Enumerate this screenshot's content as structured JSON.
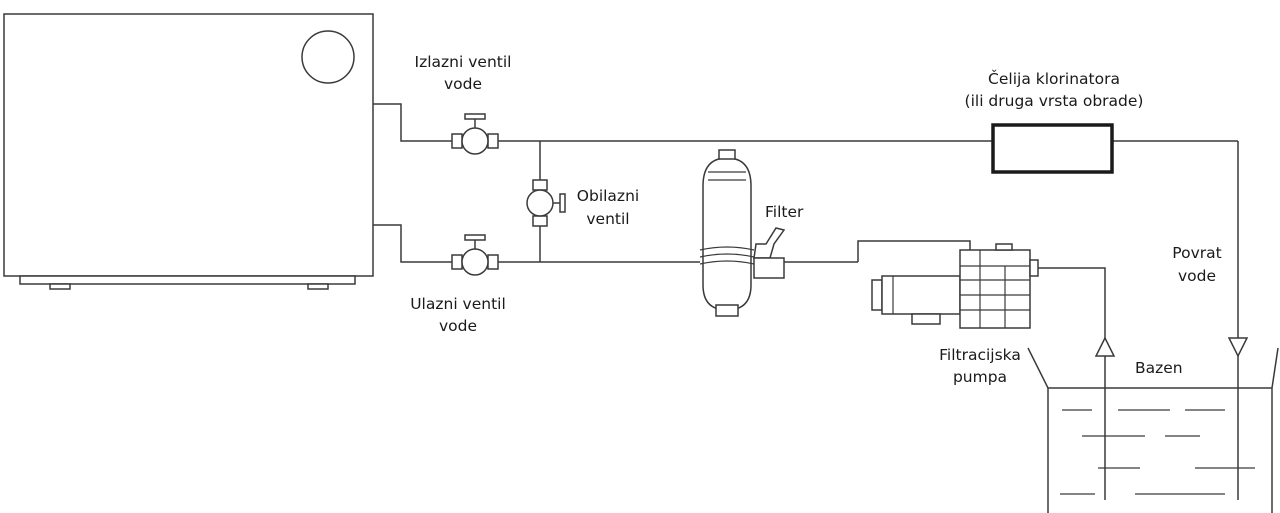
{
  "labels": {
    "outlet_valve": [
      "Izlazni ventil",
      "vode"
    ],
    "inlet_valve": [
      "Ulazni ventil",
      "vode"
    ],
    "bypass_valve": [
      "Obilazni",
      "ventil"
    ],
    "filter": "Filter",
    "chlorinator": [
      "Čelija klorinatora",
      "(ili druga vrsta obrade)"
    ],
    "water_return": [
      "Povrat",
      "vode"
    ],
    "filter_pump": [
      "Filtracijska",
      "pumpa"
    ],
    "pool": "Bazen"
  }
}
